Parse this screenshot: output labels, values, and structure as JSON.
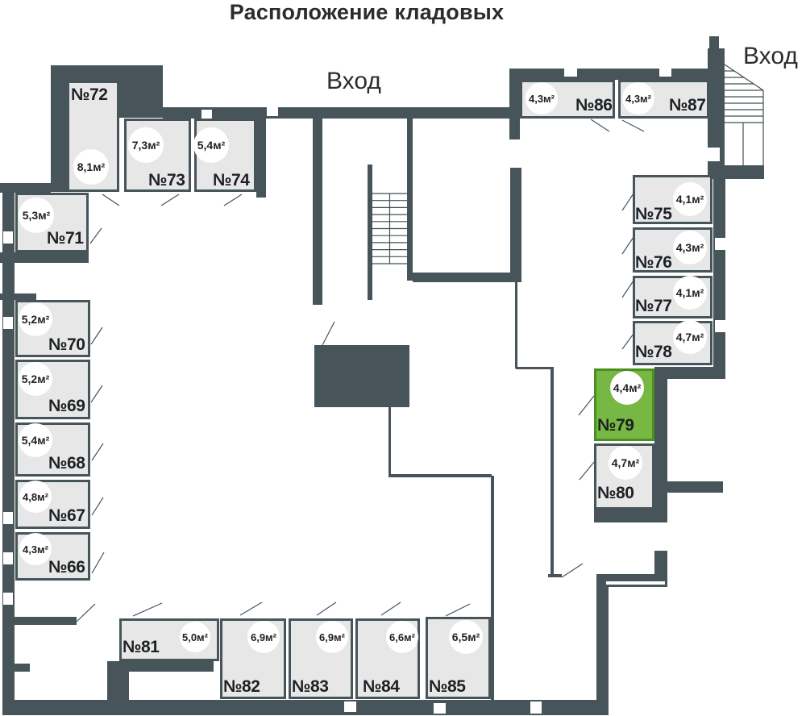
{
  "title": "Расположение кладовых",
  "labels": {
    "entrance_top": "Вход",
    "entrance_right": "Вход"
  },
  "colors": {
    "wall": "#47555a",
    "room_fill": "#e7e7e7",
    "room_border": "#47555a",
    "highlight_fill": "#76b843",
    "highlight_border": "#4b8f21",
    "text": "#1d2124",
    "line": "#4a545a",
    "background": "#ffffff"
  },
  "highlighted_room": "№79",
  "rooms": [
    {
      "id": "66",
      "number": "№66",
      "area": "4,3м²",
      "highlighted": false
    },
    {
      "id": "67",
      "number": "№67",
      "area": "4,8м²",
      "highlighted": false
    },
    {
      "id": "68",
      "number": "№68",
      "area": "5,4м²",
      "highlighted": false
    },
    {
      "id": "69",
      "number": "№69",
      "area": "5,2м²",
      "highlighted": false
    },
    {
      "id": "70",
      "number": "№70",
      "area": "5,2м²",
      "highlighted": false
    },
    {
      "id": "71",
      "number": "№71",
      "area": "5,3м²",
      "highlighted": false
    },
    {
      "id": "72",
      "number": "№72",
      "area": "8,1м²",
      "highlighted": false
    },
    {
      "id": "73",
      "number": "№73",
      "area": "7,3м²",
      "highlighted": false
    },
    {
      "id": "74",
      "number": "№74",
      "area": "5,4м²",
      "highlighted": false
    },
    {
      "id": "75",
      "number": "№75",
      "area": "4,1м²",
      "highlighted": false
    },
    {
      "id": "76",
      "number": "№76",
      "area": "4,3м²",
      "highlighted": false
    },
    {
      "id": "77",
      "number": "№77",
      "area": "4,1м²",
      "highlighted": false
    },
    {
      "id": "78",
      "number": "№78",
      "area": "4,7м²",
      "highlighted": false
    },
    {
      "id": "79",
      "number": "№79",
      "area": "4,4м²",
      "highlighted": true
    },
    {
      "id": "80",
      "number": "№80",
      "area": "4,7м²",
      "highlighted": false
    },
    {
      "id": "81",
      "number": "№81",
      "area": "5,0м²",
      "highlighted": false
    },
    {
      "id": "82",
      "number": "№82",
      "area": "6,9м²",
      "highlighted": false
    },
    {
      "id": "83",
      "number": "№83",
      "area": "6,9м²",
      "highlighted": false
    },
    {
      "id": "84",
      "number": "№84",
      "area": "6,6м²",
      "highlighted": false
    },
    {
      "id": "85",
      "number": "№85",
      "area": "6,5м²",
      "highlighted": false
    },
    {
      "id": "86",
      "number": "№86",
      "area": "4,3м²",
      "highlighted": false
    },
    {
      "id": "87",
      "number": "№87",
      "area": "4,3м²",
      "highlighted": false
    }
  ]
}
